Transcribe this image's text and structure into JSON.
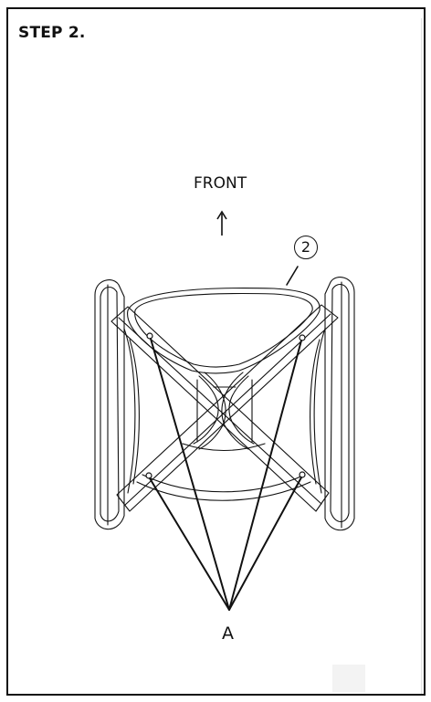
{
  "step": {
    "title": "STEP 2."
  },
  "orientation": {
    "label": "FRONT",
    "arrow_icon": "arrow-up-icon"
  },
  "part": {
    "number": "2"
  },
  "hole_callout": {
    "label": "A",
    "hole_count": 4
  },
  "colors": {
    "line": "#111111",
    "background": "#ffffff"
  }
}
